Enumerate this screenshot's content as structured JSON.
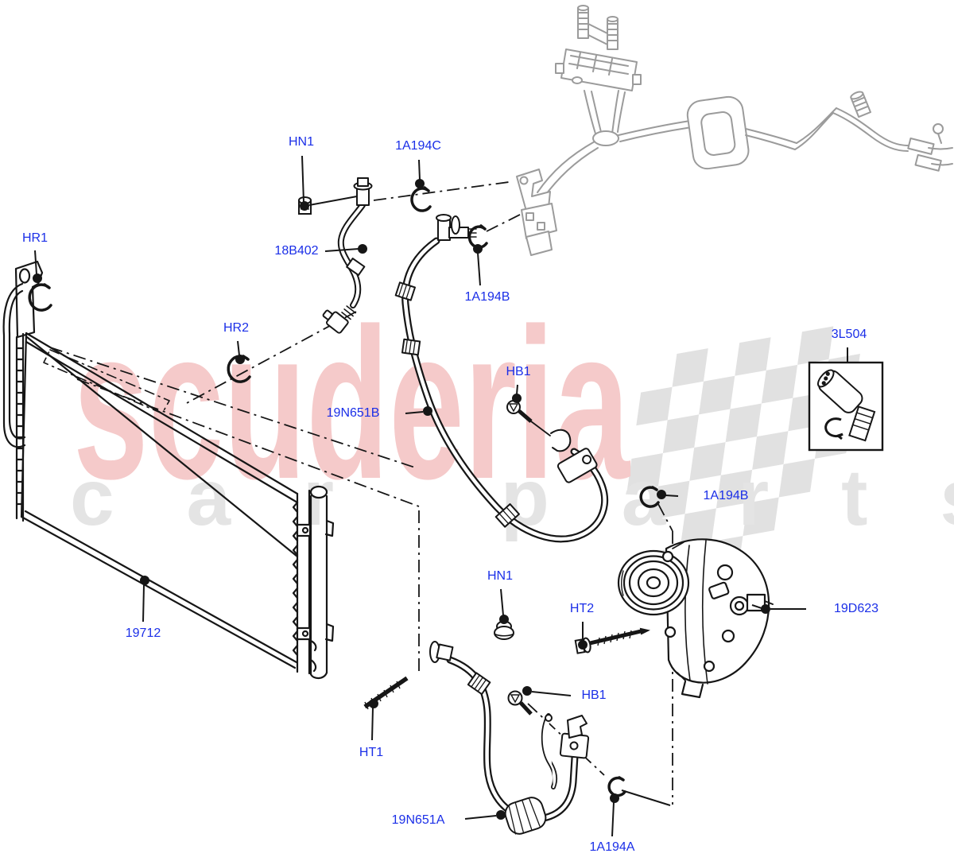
{
  "document": {
    "kind": "parts-exploded-diagram",
    "subject": "Air conditioning condenser, compressor and refrigerant hoses"
  },
  "colors": {
    "label_blue": "#1b2fe8",
    "line_black": "#161616",
    "assembly_gray": "#9b9b9b",
    "watermark_pink": "#f5caca",
    "watermark_gray": "#e4e4e4",
    "flag_gray": "#e1e1e1",
    "background": "#ffffff"
  },
  "watermark": {
    "word": "scuderia",
    "word2": "car parts"
  },
  "labels": [
    {
      "id": "hn1-top",
      "text": "HN1"
    },
    {
      "id": "1a194c",
      "text": "1A194C"
    },
    {
      "id": "18b402",
      "text": "18B402"
    },
    {
      "id": "hr1",
      "text": "HR1"
    },
    {
      "id": "hr2",
      "text": "HR2"
    },
    {
      "id": "1a194b-top",
      "text": "1A194B"
    },
    {
      "id": "19n651b",
      "text": "19N651B"
    },
    {
      "id": "hb1-top",
      "text": "HB1"
    },
    {
      "id": "3l504",
      "text": "3L504"
    },
    {
      "id": "1a194b-mid",
      "text": "1A194B"
    },
    {
      "id": "19712",
      "text": "19712"
    },
    {
      "id": "19d623",
      "text": "19D623"
    },
    {
      "id": "ht2",
      "text": "HT2"
    },
    {
      "id": "hn1-bottom",
      "text": "HN1"
    },
    {
      "id": "ht1",
      "text": "HT1"
    },
    {
      "id": "hb1-bottom",
      "text": "HB1"
    },
    {
      "id": "19n651a",
      "text": "19N651A"
    },
    {
      "id": "1a194a",
      "text": "1A194A"
    }
  ]
}
